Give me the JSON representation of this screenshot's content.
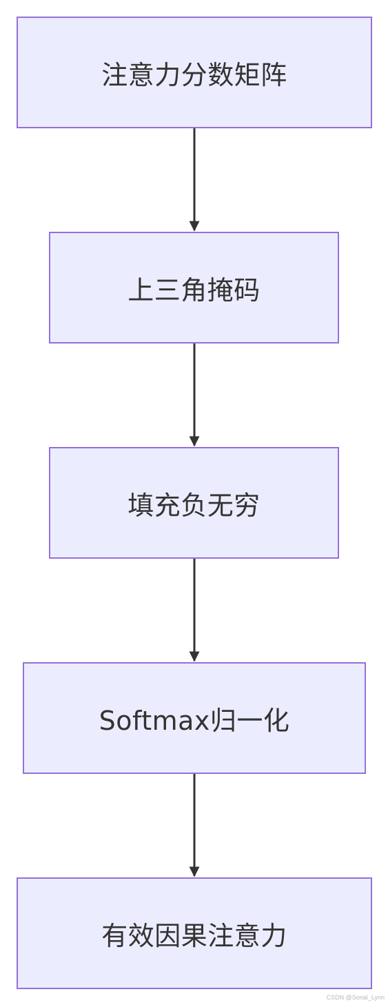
{
  "diagram": {
    "nodes": [
      {
        "id": "n1",
        "label": "注意力分数矩阵"
      },
      {
        "id": "n2",
        "label": "上三角掩码"
      },
      {
        "id": "n3",
        "label": "填充负无穷"
      },
      {
        "id": "n4",
        "label": "Softmax归一化"
      },
      {
        "id": "n5",
        "label": "有效因果注意力"
      }
    ],
    "edges": [
      {
        "from": "n1",
        "to": "n2"
      },
      {
        "from": "n2",
        "to": "n3"
      },
      {
        "from": "n3",
        "to": "n4"
      },
      {
        "from": "n4",
        "to": "n5"
      }
    ]
  },
  "watermark": "CSDN @Sonal_Lynn",
  "colors": {
    "node_fill": "#ececff",
    "node_border": "#9370db",
    "edge": "#333333",
    "text": "#333333"
  }
}
